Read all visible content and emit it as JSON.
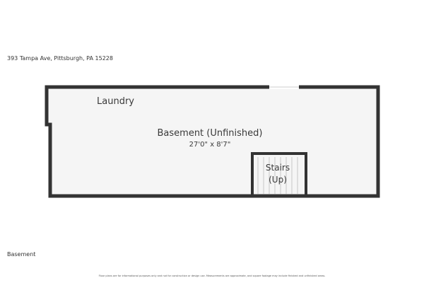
{
  "header": {
    "address": "393 Tampa Ave, Pittsburgh, PA 15228"
  },
  "floorplan": {
    "rooms": {
      "laundry": {
        "name": "Laundry"
      },
      "basement": {
        "name": "Basement (Unfinished)",
        "dimensions": "27'0\" x 8'7\""
      },
      "stairs": {
        "name_line1": "Stairs",
        "name_line2": "(Up)"
      }
    },
    "colors": {
      "wall": "#333333",
      "floor": "#f5f5f5",
      "window": "#ffffff"
    }
  },
  "footer": {
    "floor_name": "Basement",
    "disclaimer": "Floor plans are for informational purposes only and not for construction or design use. Measurements are approximate, and square footage may include finished and unfinished areas."
  }
}
